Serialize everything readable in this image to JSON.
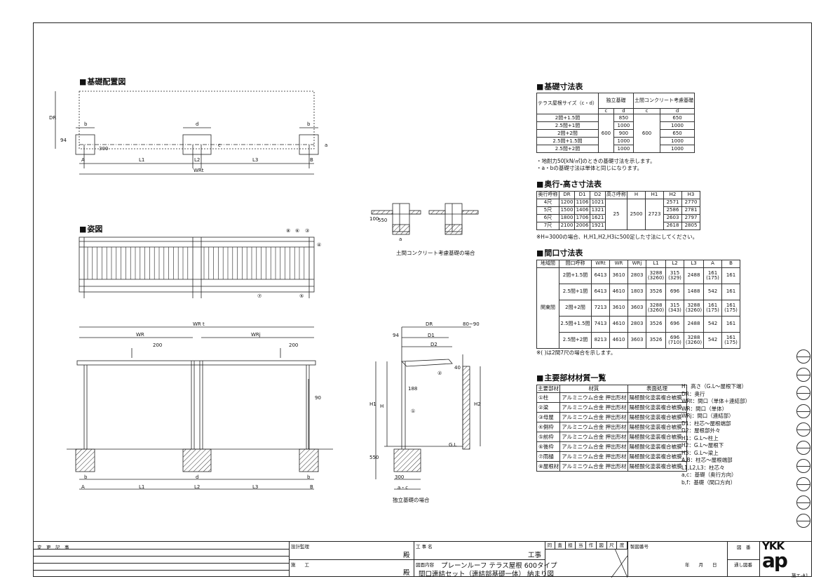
{
  "sections": {
    "foundation_layout": "基礎配置図",
    "elevation": "姿図",
    "foundation_table": "基礎寸法表",
    "depth_height_table": "奥行-高さ寸法表",
    "width_table": "間口寸法表",
    "materials_table": "主要部材材質一覧"
  },
  "dims": {
    "A": "A",
    "B": "B",
    "L1": "L1",
    "L2": "L2",
    "L3": "L3",
    "WRt": "WRt",
    "WR_t": "WR t",
    "WR": "WR",
    "WRj": "WRj",
    "d200": "200",
    "d90": "90",
    "b": "b",
    "d": "d",
    "c": "c",
    "a": "a",
    "DR": "DR",
    "n94": "94",
    "n300": "300",
    "n100": "100",
    "n550": "550",
    "D1": "D1",
    "D2": "D2",
    "H": "H",
    "H1": "H1",
    "H2": "H2",
    "n40": "40",
    "n188": "188",
    "n8090": "80~90",
    "GL": "G.L",
    "ac": "a・c"
  },
  "callouts": [
    "①",
    "②",
    "③",
    "④",
    "⑤",
    "⑥",
    "⑦",
    "⑧"
  ],
  "captions": {
    "earth_floor": "土間コンクリート考慮基礎の場合",
    "independent": "独立基礎の場合"
  },
  "foundation_table": {
    "h_size": "テラス屋根サイズ（c・d）",
    "h_ind": "独立基礎",
    "h_earth": "土間コンクリート考慮基礎",
    "h_c": "c",
    "h_d": "d",
    "rows": [
      {
        "size": "2間+1.5間",
        "d1": "850",
        "d2": "650"
      },
      {
        "size": "2.5間+1間",
        "d1": "1000",
        "d2": "1000"
      },
      {
        "size": "2間+2間",
        "d1": "900",
        "d2": "650"
      },
      {
        "size": "2.5間+1.5間",
        "d1": "1000",
        "d2": "1000"
      },
      {
        "size": "2.5間+2間",
        "d1": "1000",
        "d2": "1000"
      }
    ],
    "c_ind": "600",
    "c_earth": "600",
    "note1": "・地耐力50[kN/㎡]のときの基礎寸法を示します。",
    "note2": "・a・bの基礎寸法は単体と同じになります。"
  },
  "depth_table": {
    "headers": [
      "奥行呼称",
      "DR",
      "D1",
      "D2",
      "高さ呼称",
      "H",
      "H1",
      "H2",
      "H3"
    ],
    "rows": [
      [
        "4尺",
        "1200",
        "1106",
        "1021",
        "2571",
        "2770"
      ],
      [
        "5尺",
        "1500",
        "1406",
        "1321",
        "2586",
        "2781"
      ],
      [
        "6尺",
        "1800",
        "1706",
        "1621",
        "2603",
        "2797"
      ],
      [
        "7尺",
        "2100",
        "2006",
        "1921",
        "2618",
        "2805"
      ]
    ],
    "height_name": "25",
    "H": "2500",
    "H1": "2723",
    "note": "※H=3000の場合、H,H1,H2,H3に500足した寸法にしてください。"
  },
  "width_table": {
    "headers": [
      "地域間",
      "間口呼称",
      "WRt",
      "WR",
      "WRj",
      "L1",
      "L2",
      "L3",
      "A",
      "B"
    ],
    "region": "関東間",
    "rows": [
      [
        "2間+1.5間",
        "6413",
        "3610",
        "2803",
        "3288\n(3260)",
        "315\n(329)",
        "2488",
        "161\n(175)",
        "161"
      ],
      [
        "2.5間+1間",
        "6413",
        "4610",
        "1803",
        "3526",
        "696",
        "1488",
        "542",
        "161"
      ],
      [
        "2間+2間",
        "7213",
        "3610",
        "3603",
        "3288\n(3260)",
        "315\n(343)",
        "3288\n(3260)",
        "161\n(175)",
        "161\n(175)"
      ],
      [
        "2.5間+1.5間",
        "7413",
        "4610",
        "2803",
        "3526",
        "696",
        "2488",
        "542",
        "161"
      ],
      [
        "2.5間+2間",
        "8213",
        "4610",
        "3603",
        "3526",
        "696\n(710)",
        "3288\n(3260)",
        "542",
        "161\n(175)"
      ]
    ],
    "note": "※( )は2間7尺の場合を示します。"
  },
  "materials_table": {
    "headers": [
      "主要部材",
      "材質",
      "表面処理"
    ],
    "rows": [
      [
        "①柱",
        "アルミニウム合金 押出形材",
        "陽極酸化塗装複合被膜"
      ],
      [
        "②梁",
        "アルミニウム合金 押出形材",
        "陽極酸化塗装複合被膜"
      ],
      [
        "③母屋",
        "アルミニウム合金 押出形材",
        "陽極酸化塗装複合被膜"
      ],
      [
        "④側枠",
        "アルミニウム合金 押出形材",
        "陽極酸化塗装複合被膜"
      ],
      [
        "⑤前枠",
        "アルミニウム合金 押出形材",
        "陽極酸化塗装複合被膜"
      ],
      [
        "⑥後枠",
        "アルミニウム合金 押出形材",
        "陽極酸化塗装複合被膜"
      ],
      [
        "⑦雨樋",
        "アルミニウム合金 押出形材",
        "陽極酸化塗装複合被膜"
      ],
      [
        "⑧屋根材",
        "アルミニウム合金 押出形材",
        "陽極酸化塗装複合被膜"
      ]
    ]
  },
  "legend": [
    "H：高さ（G.L～屋根下端）",
    "DR：奥行",
    "WRt：間口（単体＋連結部）",
    "WR：間口（単体）",
    "WRj：間口（連結部）",
    "D1：柱芯～屋根端部",
    "D2：屋根部外々",
    "H1：G.L～柱上",
    "H2：G.L～屋根下",
    "H3：G.L～梁上",
    "A,B：柱芯～屋根端部",
    "L1,L2,L3：柱芯々",
    "a,c：基礎（奥行方向）",
    "b,f：基礎（間口方向）"
  ],
  "title_block": {
    "revision": "変　更　記　事",
    "design": "設計監理",
    "construction": "施　　工",
    "honor1": "殿",
    "honor2": "殿",
    "project_label": "工 事 名",
    "project": "工事",
    "drawing_label": "図面内容",
    "drawing_line1": "プレーンルーフ テラス屋根 600タイプ",
    "drawing_line2": "間口連結セット（連結部基礎一体） 納まり図",
    "stamps": [
      "同",
      "査",
      "担",
      "当",
      "作",
      "図",
      "尺",
      "度"
    ],
    "drawing_no_label": "製図番号",
    "date": "年　　月　　日",
    "zuban": "図　番",
    "serial": "通し図番",
    "code": "施エ-A1",
    "logo_top": "YKK",
    "logo_bottom": "ap"
  },
  "colors": {
    "line": "#222222",
    "hatch": "#333333"
  }
}
